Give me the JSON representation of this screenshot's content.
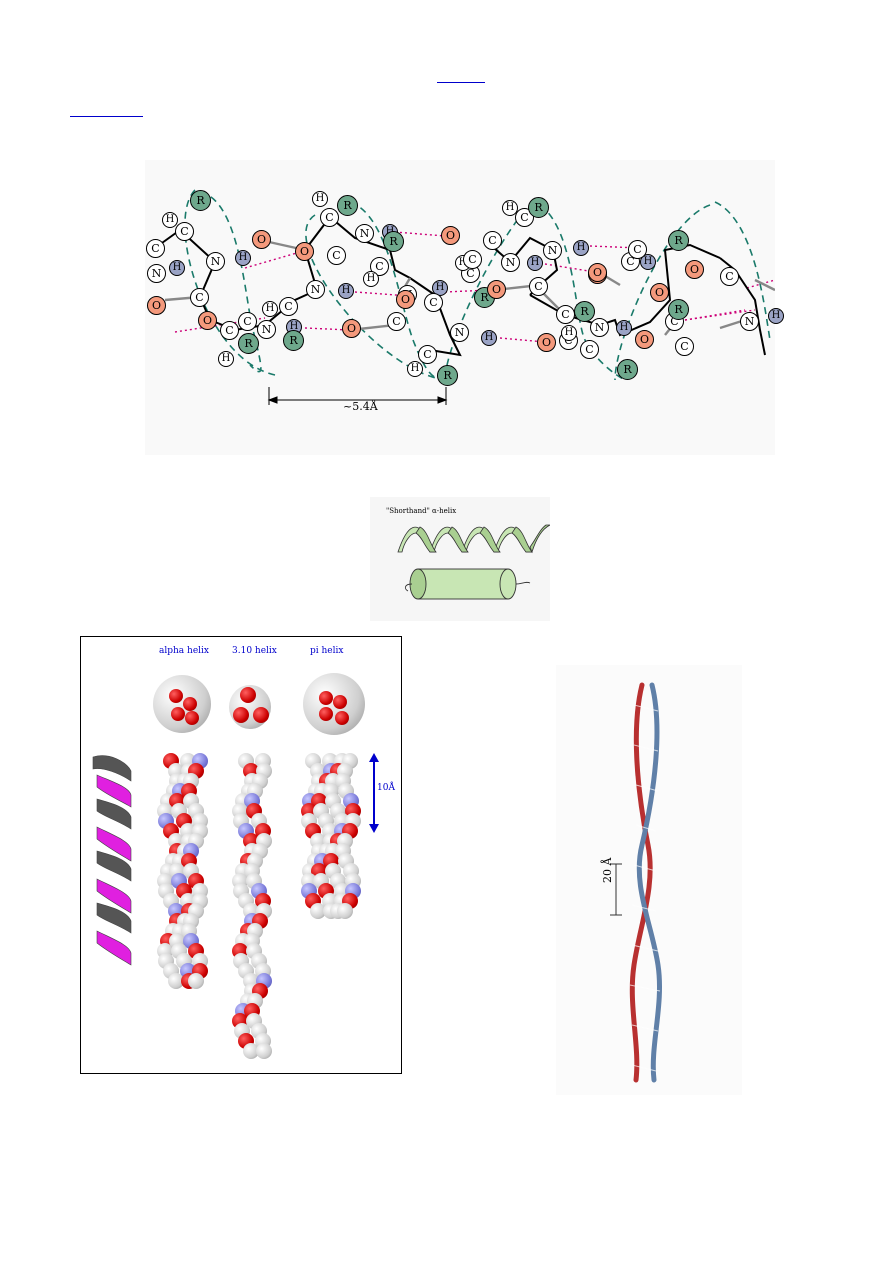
{
  "links": {
    "link1": "",
    "link2": ""
  },
  "peptide_figure": {
    "distance_label": "~5.4Å",
    "atoms": {
      "c": "C",
      "n": "N",
      "o": "O",
      "h": "H",
      "r": "R"
    }
  },
  "shorthand_figure": {
    "caption": "\"Shorthand\" α-helix"
  },
  "helix_comparison": {
    "alpha_label": "alpha helix",
    "three_ten_label": "3.10 helix",
    "pi_label": "pi helix",
    "scale_label": "10Å"
  },
  "coiled_coil": {
    "scale_label": "20 Å"
  },
  "colors": {
    "oxygen": "#f4997c",
    "r_group": "#6ea88c",
    "hydrogen_bonded": "#9aa3c5",
    "hbond_line": "#cc0077",
    "helix_outline": "#1a7a6a",
    "label_blue": "#0000cc",
    "ribbon_magenta": "#e020e0",
    "ribbon_green": "#c8e6b4",
    "coil_red": "#b83030",
    "coil_blue": "#6080a8"
  }
}
